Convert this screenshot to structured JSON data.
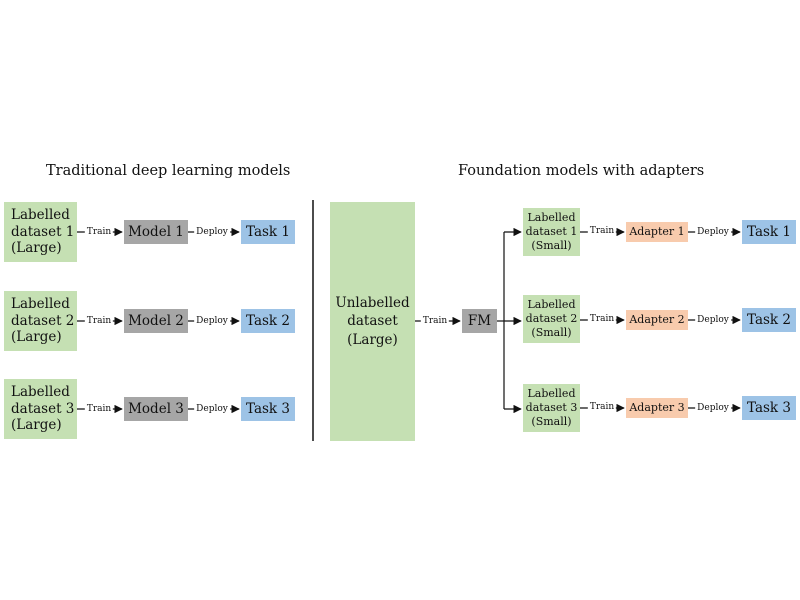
{
  "left": {
    "title": "Traditional deep learning models",
    "rows": [
      {
        "dataset": [
          "Labelled",
          "dataset 1",
          "(Large)"
        ],
        "model": "Model 1",
        "task": "Task 1"
      },
      {
        "dataset": [
          "Labelled",
          "dataset 2",
          "(Large)"
        ],
        "model": "Model 2",
        "task": "Task 2"
      },
      {
        "dataset": [
          "Labelled",
          "dataset 3",
          "(Large)"
        ],
        "model": "Model 3",
        "task": "Task 3"
      }
    ]
  },
  "right": {
    "title": "Foundation models with adapters",
    "source": [
      "Unlabelled",
      "dataset",
      "(Large)"
    ],
    "fm": "FM",
    "rows": [
      {
        "dataset": [
          "Labelled",
          "dataset 1",
          "(Small)"
        ],
        "adapter": "Adapter 1",
        "task": "Task 1"
      },
      {
        "dataset": [
          "Labelled",
          "dataset 2",
          "(Small)"
        ],
        "adapter": "Adapter 2",
        "task": "Task 2"
      },
      {
        "dataset": [
          "Labelled",
          "dataset 3",
          "(Small)"
        ],
        "adapter": "Adapter 3",
        "task": "Task 3"
      }
    ]
  },
  "edges": {
    "train": "Train",
    "deploy": "Deploy"
  },
  "colors": {
    "dataset": "#c5e0b3",
    "model": "#a6a6a6",
    "task": "#9dc3e6",
    "adapter": "#f8cbad"
  }
}
